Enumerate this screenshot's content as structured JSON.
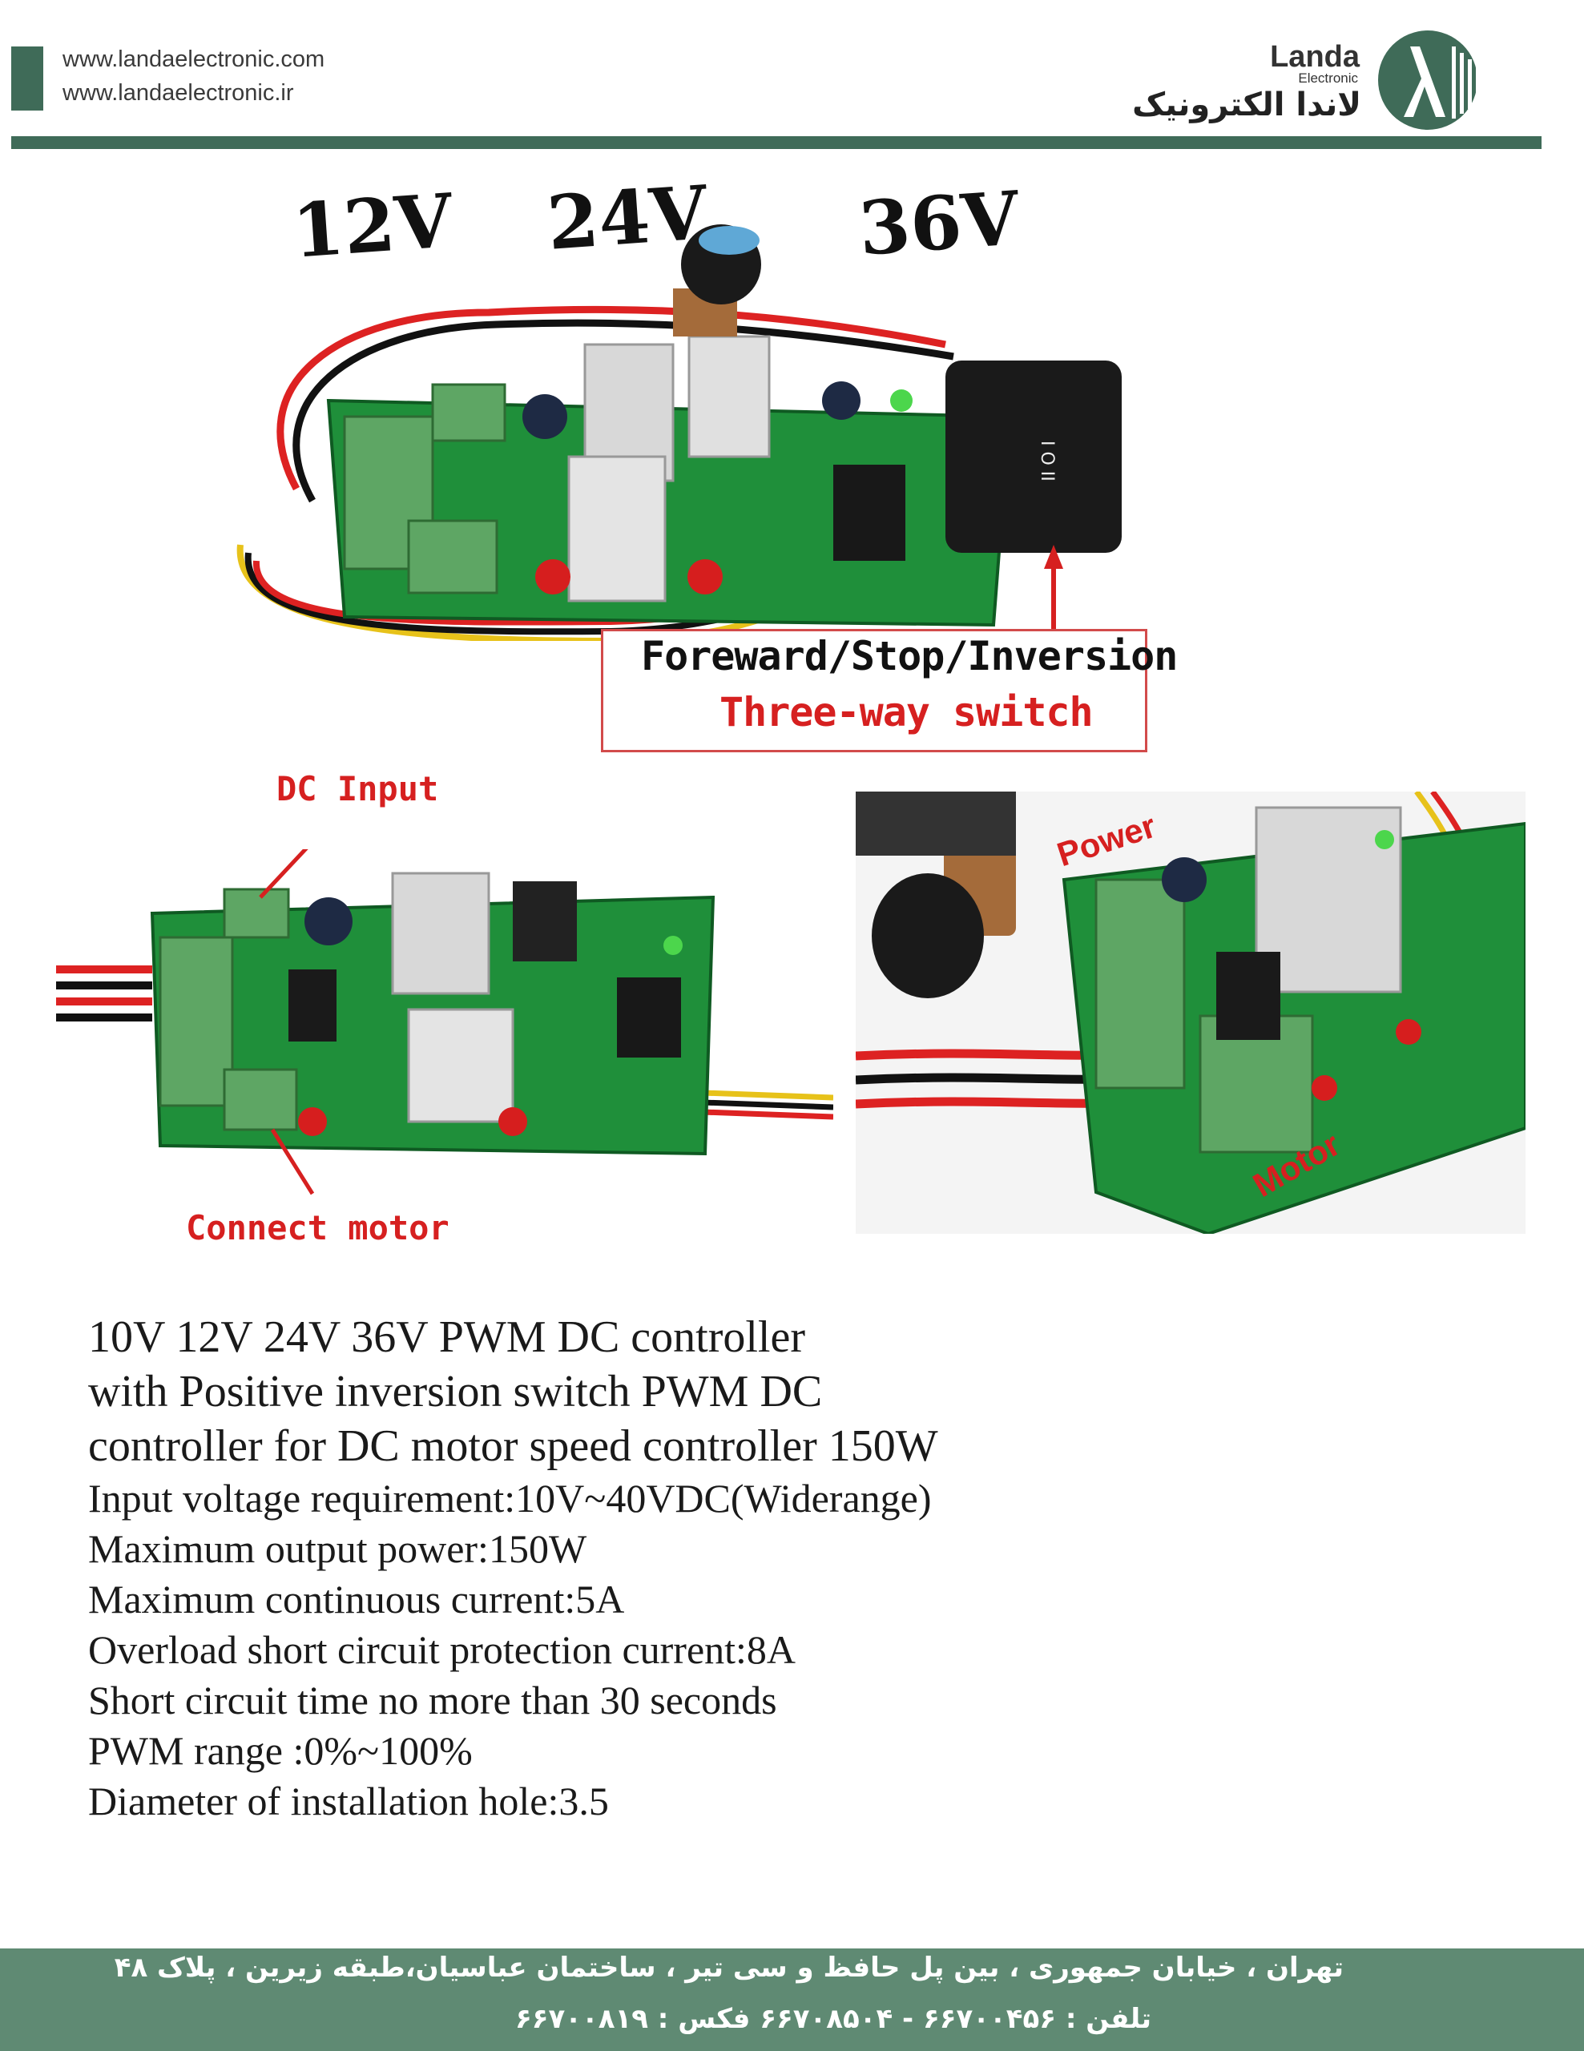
{
  "header": {
    "url_1": "www.landaelectronic.com",
    "url_2": "www.landaelectronic.ir",
    "brand_name": "Landa",
    "brand_sub": "Electronic",
    "brand_fa": "لاندا الکترونیک",
    "accent_color": "#3f6b58"
  },
  "top_photo": {
    "voltage_labels": [
      "12V",
      "24V",
      "36V"
    ],
    "switch_callout_1": "Foreward/Stop/Inversion",
    "switch_callout_2": "Three-way switch"
  },
  "left_photo": {
    "dc_input_label": "DC Input",
    "connect_motor_label": "Connect motor"
  },
  "right_photo": {
    "power_label": "Power",
    "motor_label": "Motor"
  },
  "specs": {
    "title_lines": [
      "10V 12V 24V 36V PWM DC controller",
      "with Positive inversion switch PWM DC",
      "controller for DC motor speed controller 150W"
    ],
    "lines": [
      "Input voltage requirement:10V~40VDC(Widerange)",
      "Maximum output power:150W",
      "Maximum continuous current:5A",
      "Overload short circuit protection current:8A",
      "Short circuit time no more than 30 seconds",
      "PWM range :0%~100%",
      "Diameter of installation hole:3.5"
    ]
  },
  "footer": {
    "address": "تهران ، خیابان جمهوری ، بین پل حافظ و سی تیر ، ساختمان عباسیان،طبقه زیرین ، پلاک ۴۸",
    "phone": "تلفن : ۶۶۷۰۰۴۵۶ - ۶۶۷۰۸۵۰۴ فکس : ۶۶۷۰۰۸۱۹",
    "color": "#5f8a73"
  }
}
